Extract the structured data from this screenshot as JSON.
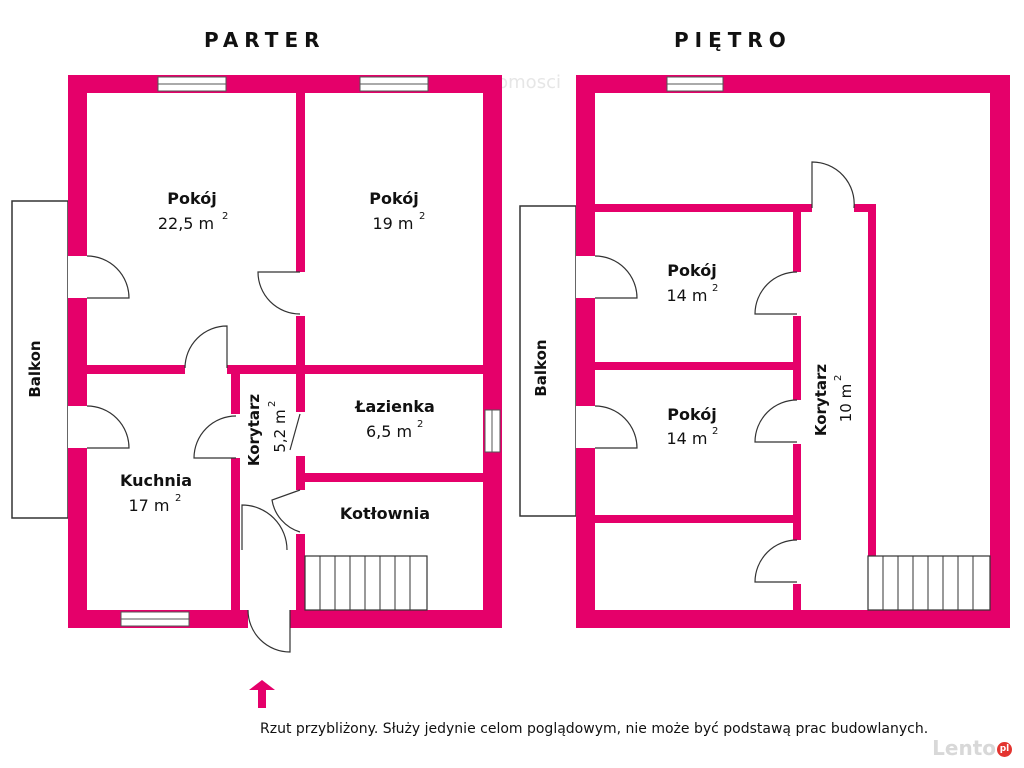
{
  "colors": {
    "wall": "#e5006a",
    "line": "#333333",
    "window": "#ffffff"
  },
  "floors": [
    {
      "title": "PARTER"
    },
    {
      "title": "PIĘTRO"
    }
  ],
  "rooms": {
    "parter_pokoj1": {
      "name": "Pokój",
      "area": "22,5 m",
      "sup": "2"
    },
    "parter_pokoj2": {
      "name": "Pokój",
      "area": "19 m",
      "sup": "2"
    },
    "parter_kuchnia": {
      "name": "Kuchnia",
      "area": "17 m",
      "sup": "2"
    },
    "parter_korytarz": {
      "name": "Korytarz",
      "area": "5,2 m",
      "sup": "2"
    },
    "parter_lazienka": {
      "name": "Łazienka",
      "area": "6,5 m",
      "sup": "2"
    },
    "parter_kotlownia": {
      "name": "Kotłownia"
    },
    "parter_balkon": {
      "name": "Balkon"
    },
    "pietro_pokoj1": {
      "name": "Pokój",
      "area": "14 m",
      "sup": "2"
    },
    "pietro_pokoj2": {
      "name": "Pokój",
      "area": "14 m",
      "sup": "2"
    },
    "pietro_korytarz": {
      "name": "Korytarz",
      "area": "10 m",
      "sup": "2"
    },
    "pietro_balkon": {
      "name": "Balkon"
    }
  },
  "caption": "Rzut przybliżony. Służy jedynie celom poglądowym, nie może być podstawą prac budowlanych.",
  "watermark": {
    "text": "Lento",
    "badge": "pl"
  },
  "faint_text": "n   omosci"
}
